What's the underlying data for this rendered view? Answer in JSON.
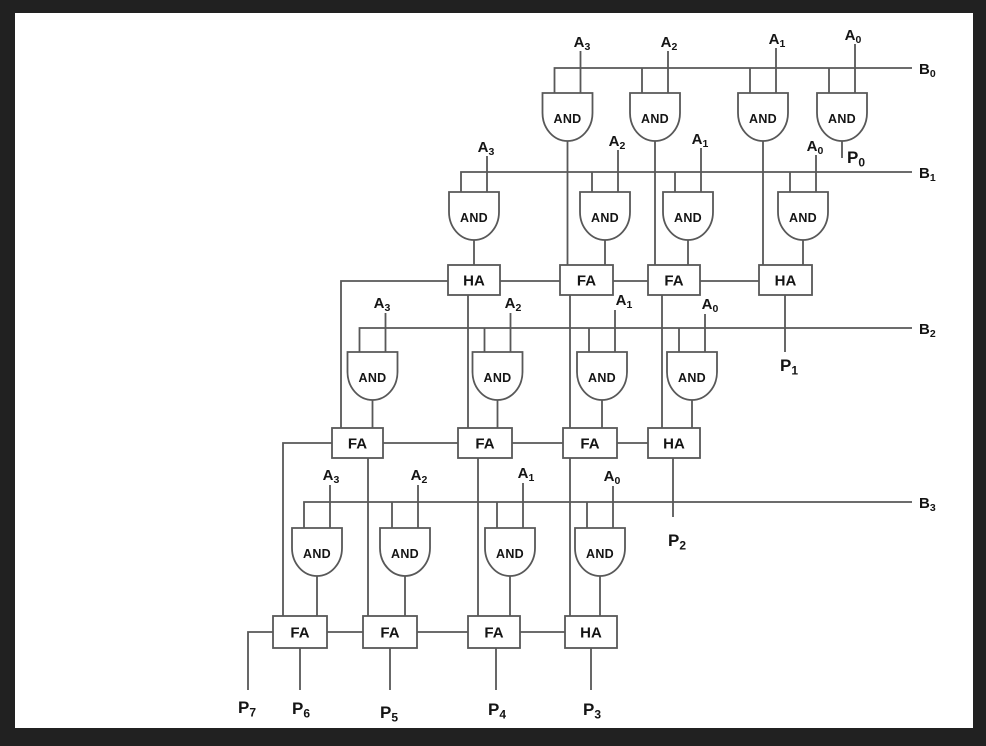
{
  "canvas": {
    "background_color": "#212121",
    "surface_color": "#ffffff",
    "line_color": "#585858",
    "text_color": "#141414"
  },
  "labels": {
    "gate_and": "AND",
    "a_inputs": [
      {
        "base": "A",
        "sub": "3"
      },
      {
        "base": "A",
        "sub": "2"
      },
      {
        "base": "A",
        "sub": "1"
      },
      {
        "base": "A",
        "sub": "0"
      }
    ],
    "b_inputs": [
      {
        "base": "B",
        "sub": "0"
      },
      {
        "base": "B",
        "sub": "1"
      },
      {
        "base": "B",
        "sub": "2"
      },
      {
        "base": "B",
        "sub": "3"
      }
    ],
    "outputs": [
      {
        "base": "P",
        "sub": "0"
      },
      {
        "base": "P",
        "sub": "1"
      },
      {
        "base": "P",
        "sub": "2"
      },
      {
        "base": "P",
        "sub": "3"
      },
      {
        "base": "P",
        "sub": "4"
      },
      {
        "base": "P",
        "sub": "5"
      },
      {
        "base": "P",
        "sub": "6"
      },
      {
        "base": "P",
        "sub": "7"
      }
    ]
  },
  "adders": {
    "row2": [
      "HA",
      "FA",
      "FA",
      "HA"
    ],
    "row3": [
      "FA",
      "FA",
      "FA",
      "HA"
    ],
    "row4": [
      "FA",
      "FA",
      "FA",
      "HA"
    ]
  }
}
